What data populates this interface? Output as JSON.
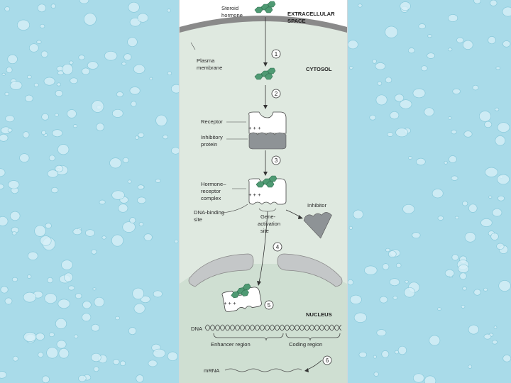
{
  "background": {
    "description_colors": {
      "base": "#a9dbe9",
      "drop_light": "#d9f1f8",
      "drop_dark": "#7fc3d6"
    }
  },
  "diagram": {
    "colors": {
      "extracellular": "#ffffff",
      "membrane": "#8a8a8a",
      "cytosol": "#dfe9e0",
      "nucleus": "#cfdfd2",
      "hormone": "#4f9a73",
      "receptor": "#ffffff",
      "inhibitor": "#8e9396"
    },
    "labels": {
      "steroid_hormone_1": "Steroid",
      "steroid_hormone_2": "hormone",
      "extracellular_1": "EXTRACELLULAR",
      "extracellular_2": "SPACE",
      "plasma_membrane_1": "Plasma",
      "plasma_membrane_2": "membrane",
      "cytosol": "CYTOSOL",
      "receptor": "Receptor",
      "inhibitory_protein_1": "Inhibitory",
      "inhibitory_protein_2": "protein",
      "hormone_receptor_1": "Hormone–",
      "hormone_receptor_2": "receptor",
      "hormone_receptor_3": "complex",
      "dna_binding_1": "DNA-binding",
      "dna_binding_2": "site",
      "gene_activation_1": "Gene-",
      "gene_activation_2": "activation",
      "gene_activation_3": "site",
      "inhibitor": "Inhibitor",
      "nucleus": "NUCLEUS",
      "dna": "DNA",
      "enhancer_region": "Enhancer region",
      "coding_region": "Coding region",
      "mrna": "mRNA",
      "charge_sign": "+ + +"
    },
    "steps": [
      "1",
      "2",
      "3",
      "4",
      "5",
      "6"
    ]
  }
}
